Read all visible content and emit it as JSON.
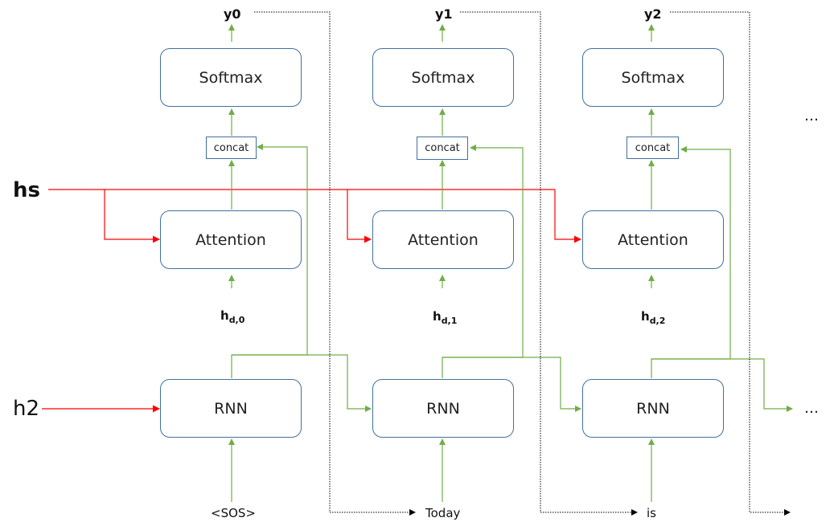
{
  "columns": [
    {
      "output": "y0",
      "softmax": "Softmax",
      "concat": "concat",
      "attention": "Attention",
      "hidden_base": "h",
      "hidden_sub": "d,0",
      "rnn": "RNN",
      "input": "<SOS>"
    },
    {
      "output": "y1",
      "softmax": "Softmax",
      "concat": "concat",
      "attention": "Attention",
      "hidden_base": "h",
      "hidden_sub": "d,1",
      "rnn": "RNN",
      "input": "Today"
    },
    {
      "output": "y2",
      "softmax": "Softmax",
      "concat": "concat",
      "attention": "Attention",
      "hidden_base": "h",
      "hidden_sub": "d,2",
      "rnn": "RNN",
      "input": "is"
    }
  ],
  "left_inputs": {
    "hs": "hs",
    "h2": "h2"
  },
  "ellipsis": {
    "top": "…",
    "middle": "…"
  },
  "colors": {
    "box_border": "#41709c",
    "flow_green": "#70ad47",
    "encoder_red": "#ff0000",
    "feedback_black": "#000000"
  }
}
